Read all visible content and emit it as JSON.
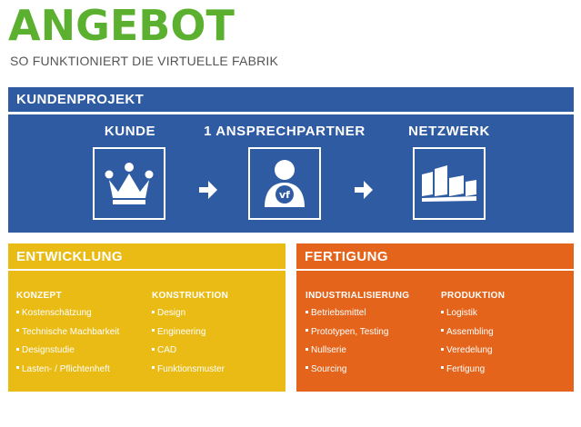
{
  "header": {
    "title": "ANGEBOT",
    "subtitle": "SO FUNKTIONIERT DIE VIRTUELLE FABRIK"
  },
  "kundenprojekt": {
    "title": "KUNDENPROJEKT",
    "steps": [
      {
        "label": "KUNDE",
        "icon": "crown-icon"
      },
      {
        "label": "1 ANSPRECHPARTNER",
        "icon": "person-icon",
        "badge": "vf"
      },
      {
        "label": "NETZWERK",
        "icon": "network-icon"
      }
    ]
  },
  "entwicklung": {
    "title": "ENTWICKLUNG",
    "color": "#e9bb14",
    "columns": [
      {
        "heading": "KONZEPT",
        "items": [
          "Kostenschätzung",
          "Technische Machbarkeit",
          "Designstudie",
          "Lasten- / Pflichtenheft"
        ]
      },
      {
        "heading": "KONSTRUKTION",
        "items": [
          "Design",
          "Engineering",
          "CAD",
          "Funktionsmuster"
        ]
      }
    ]
  },
  "fertigung": {
    "title": "FERTIGUNG",
    "color": "#e3641a",
    "columns": [
      {
        "heading": "INDUSTRIALISIERUNG",
        "items": [
          "Betriebsmittel",
          "Prototypen, Testing",
          "Nullserie",
          "Sourcing"
        ]
      },
      {
        "heading": "PRODUKTION",
        "items": [
          "Logistik",
          "Assembling",
          "Veredelung",
          "Fertigung"
        ]
      }
    ]
  },
  "colors": {
    "title_green": "#5bb12f",
    "blue": "#2f5ba3"
  }
}
